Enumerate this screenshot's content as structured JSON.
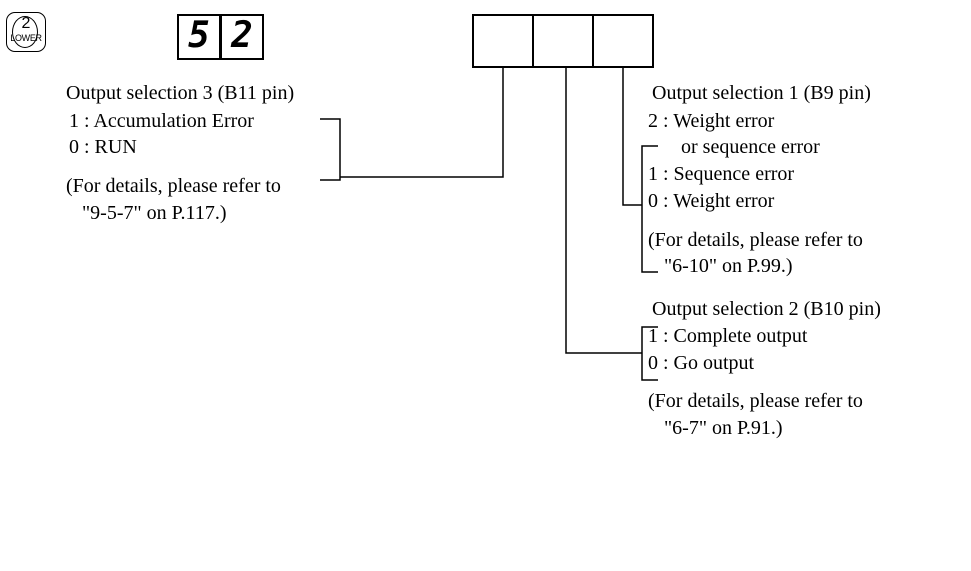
{
  "key": {
    "number": "2",
    "label": "LOWER"
  },
  "display": {
    "digit1": "5",
    "digit2": "2"
  },
  "digits": [
    "",
    "",
    ""
  ],
  "sel3": {
    "title": "Output selection 3 (B11 pin)",
    "options": [
      "1 : Accumulation Error",
      "0 : RUN"
    ],
    "ref_line1": "(For details, please refer to",
    "ref_line2": "\"9-5-7\" on P.117.)"
  },
  "sel1": {
    "title": "Output selection 1 (B9 pin)",
    "option2_line1": "2 : Weight error",
    "option2_line2": "or sequence error",
    "option1": "1 : Sequence error",
    "option0": "0 : Weight error",
    "ref_line1": "(For details, please refer to",
    "ref_line2": "\"6-10\" on P.99.)"
  },
  "sel2": {
    "title": "Output selection 2 (B10 pin)",
    "options": [
      "1 : Complete output",
      "0 : Go output"
    ],
    "ref_line1": "(For details, please refer to",
    "ref_line2": "\"6-7\" on P.91.)"
  }
}
